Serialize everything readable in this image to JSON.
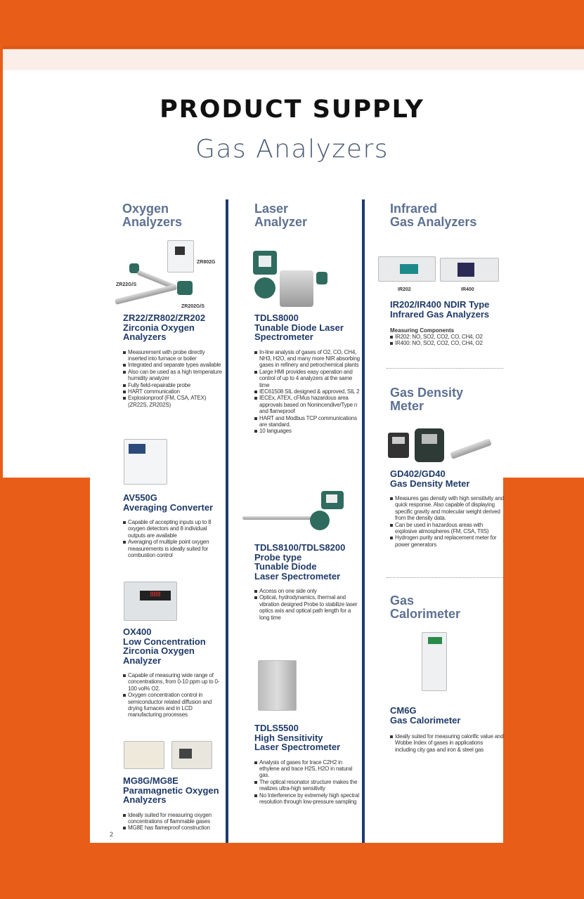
{
  "header": {
    "title": "PRODUCT SUPPLY",
    "subtitle": "Gas Analyzers"
  },
  "page_number": "2",
  "columns": [
    {
      "heading": [
        "Oxygen",
        "Analyzers"
      ],
      "products": [
        {
          "image_labels": [
            "ZR802G",
            "ZR22G/S",
            "ZR202G/S"
          ],
          "title": [
            "ZR22/ZR802/ZR202",
            "Zirconia Oxygen",
            "Analyzers"
          ],
          "bullets": [
            "Measurement with probe directly inserted into furnace or boiler",
            "Integrated and separate types available",
            "Also can be used as a high temperature humidity analyzer",
            "Fully field-repairable probe",
            "HART communication",
            "Explosionproof (FM, CSA, ATEX) (ZR22S, ZR202S)"
          ]
        },
        {
          "title": [
            "AV550G",
            "Averaging Converter"
          ],
          "bullets": [
            "Capable of accepting inputs up to 8 oxygen detectors and 8 individual outputs are available",
            "Averaging of multiple point oxygen measurements is ideally suited for combustion control"
          ]
        },
        {
          "title": [
            "OX400",
            "Low Concentration",
            "Zirconia Oxygen",
            "Analyzer"
          ],
          "bullets": [
            "Capable of measuring wide range of concentrations, from 0-10 ppm up to 0-100 vol% O2.",
            "Oxygen concentration control in semiconductor related diffusion and drying furnaces and in LCD manufacturing processes"
          ]
        },
        {
          "title": [
            "MG8G/MG8E",
            "Paramagnetic Oxygen",
            "Analyzers"
          ],
          "bullets": [
            "Ideally suited for measuring oxygen concentrations of flammable gases",
            "MG8E has flameproof construction"
          ]
        }
      ]
    },
    {
      "heading": [
        "Laser",
        "Analyzer"
      ],
      "products": [
        {
          "title": [
            "TDLS8000",
            "Tunable Diode Laser",
            "Spectrometer"
          ],
          "bullets": [
            "In-line analysis of gases of O2, CO, CH4, NH3, H2O, and many more NIR absorbing gases in refinery and petrochemical plants",
            "Large HMI provides easy operation and control of up to 4 analyzers at the same time",
            "IEC61508 SIL designed & approved, SIL 2",
            "IECEx, ATEX, cFMus hazardous area approvals based on Nonincendive/Type n and flameproof",
            "HART and Modbus TCP communications are standard.",
            "10 languages"
          ]
        },
        {
          "title": [
            "TDLS8100/TDLS8200",
            "Probe type",
            "Tunable Diode",
            "Laser Spectrometer"
          ],
          "bullets": [
            "Access on one side only",
            "Optical, hydrodynamics, thermal and vibration designed Probe to stabilize laser optics axis and optical path length for a long time"
          ]
        },
        {
          "title": [
            "TDLS5500",
            "High Sensitivity",
            "Laser Spectrometer"
          ],
          "bullets": [
            "Analysis of gases for trace C2H2 in ethylene and trace H2S, H2O in natural gas.",
            "The optical resonator structure makes the realizes ultra-high sensitivity",
            "No Interference by extremely high spectral resolution through low-pressure sampling"
          ]
        }
      ]
    },
    {
      "heading": [
        "Infrared",
        "Gas Analyzers"
      ],
      "products": [
        {
          "image_labels": [
            "IR202",
            "IR400"
          ],
          "title": [
            "IR202/IR400 NDIR Type",
            "Infrared Gas Analyzers"
          ],
          "subheading": "Measuring Components",
          "bullets": [
            "IR202: NO, SO2, CO2, CO, CH4, O2",
            "IR400: NO, SO2, CO2, CO, CH4, O2"
          ]
        }
      ],
      "heading2": [
        "Gas Density",
        "Meter"
      ],
      "products2": [
        {
          "title": [
            "GD402/GD40",
            "Gas Density Meter"
          ],
          "bullets": [
            "Measures gas density with high sensitivity and quick response. Also capable of displaying specific gravity and molecular weight derived from the density data.",
            "Can be used in hazardous areas with explosive atmospheres (FM, CSA, TIIS)",
            "Hydrogen purity and replacement meter for power generators"
          ]
        }
      ],
      "heading3": [
        "Gas",
        "Calorimeter"
      ],
      "products3": [
        {
          "title": [
            "CM6G",
            "Gas Calorimeter"
          ],
          "bullets": [
            "Ideally suited for measuring calorific value and Wobbe Index of gases in applications including city gas and iron & steel gas"
          ]
        }
      ]
    }
  ]
}
